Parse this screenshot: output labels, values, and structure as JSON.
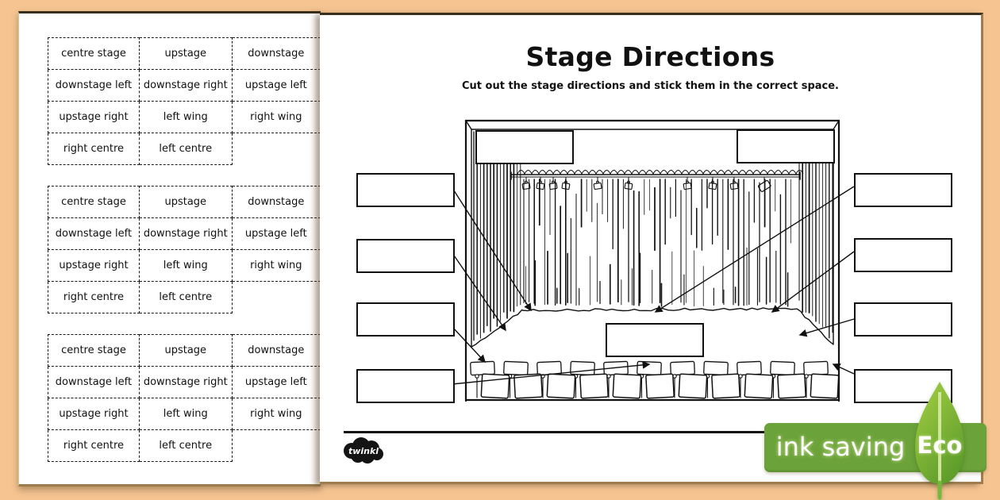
{
  "background_color": "#f5c491",
  "left_page": {
    "card_rows": [
      [
        "centre stage",
        "upstage",
        "downstage"
      ],
      [
        "downstage left",
        "downstage right",
        "upstage left"
      ],
      [
        "upstage right",
        "left wing",
        "right wing"
      ],
      [
        "right centre",
        "left centre",
        ""
      ]
    ],
    "repeat_blocks": 3
  },
  "right_page": {
    "title": "Stage Directions",
    "instruction": "Cut out the stage directions and stick them in the correct space.",
    "brand": "twinkl",
    "answer_box_count": 11
  },
  "eco_banner": {
    "text": "ink saving",
    "badge": "Eco",
    "banner_color": "#6ba239",
    "leaf_color_light": "#a6d044",
    "leaf_color_dark": "#5f9e2b"
  }
}
